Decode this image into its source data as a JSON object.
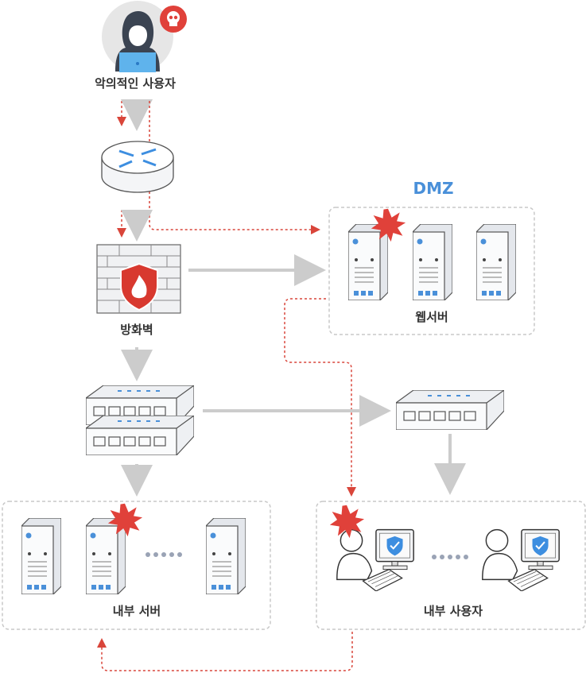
{
  "labels": {
    "attacker": "악의적인 사용자",
    "firewall": "방화벽",
    "dmz_zone": "DMZ",
    "web_server": "웹서버",
    "internal_server": "내부 서버",
    "internal_user": "내부 사용자"
  },
  "colors": {
    "attack_path": "#d9453a",
    "normal_flow": "#cccccc",
    "dmz_accent": "#4a90d9",
    "zone_border": "#c8c8c8",
    "burst": "#e0413a"
  },
  "icons": [
    "hacker-icon",
    "skull-icon",
    "router-icon",
    "firewall-icon",
    "server-icon",
    "switch-icon",
    "user-computer-icon",
    "shield-check-icon",
    "compromise-burst-icon"
  ]
}
